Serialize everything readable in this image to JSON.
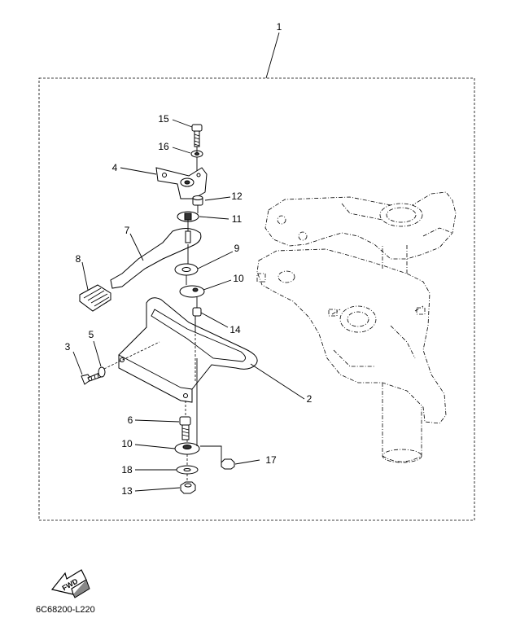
{
  "diagram": {
    "callouts": [
      "1",
      "2",
      "3",
      "4",
      "5",
      "6",
      "7",
      "8",
      "9",
      "10",
      "11",
      "12",
      "13",
      "14",
      "15",
      "16",
      "17",
      "18"
    ],
    "callout_10_lower": "10",
    "fwd_label": "FWD",
    "drawing_code": "6C68200-L220"
  }
}
